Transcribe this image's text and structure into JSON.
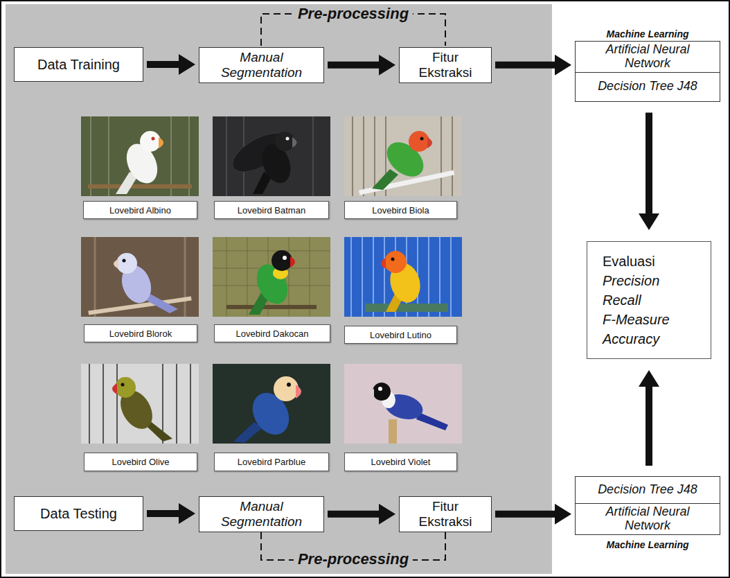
{
  "diagram": {
    "nodes": [
      {
        "text": [
          "Data Training"
        ]
      },
      {
        "text": [
          "Manual Segmentation"
        ]
      },
      {
        "text": [
          "Fitur Ekstraksi"
        ]
      },
      {
        "text": [
          "Machine Learning"
        ]
      },
      {
        "text": [
          "Artificial Neural Network"
        ],
        "in": 3
      },
      {
        "text": [
          "Decision Tree J48"
        ],
        "in": 3
      },
      {
        "text": [
          "Lovebird Albino"
        ]
      },
      {
        "text": [
          "Lovebird Batman"
        ]
      },
      {
        "text": [
          "Lovebird Biola"
        ]
      },
      {
        "text": [
          "Lovebird Blorok"
        ]
      },
      {
        "text": [
          "Lovebird Dakocan"
        ]
      },
      {
        "text": [
          "Lovebird Lutino"
        ]
      },
      {
        "text": [
          "Lovebird Olive"
        ]
      },
      {
        "text": [
          "Lovebird Parblue"
        ]
      },
      {
        "text": [
          "Lovebird Violet"
        ]
      },
      {
        "text": [
          "Evaluasi",
          "Precision",
          "Recall",
          "F-Measure",
          "Accuracy"
        ]
      },
      {
        "text": [
          "Data Testing"
        ]
      },
      {
        "text": [
          "Manual Segmentation"
        ]
      },
      {
        "text": [
          "Fitur Ekstraksi"
        ]
      },
      {
        "text": [
          "Machine Learning"
        ]
      },
      {
        "text": [
          "Decision Tree J48"
        ],
        "in": 19
      },
      {
        "text": [
          "Artificial Neural Network"
        ],
        "in": 19
      }
    ],
    "edges": [
      {
        "from": 0,
        "to": 1,
        "arrow": "to"
      },
      {
        "from": 1,
        "to": 2,
        "arrow": "to"
      },
      {
        "from": 2,
        "to": 3,
        "arrow": "to"
      },
      {
        "from": 3,
        "to": 15,
        "arrow": "to"
      },
      {
        "from": 16,
        "to": 17,
        "arrow": "to"
      },
      {
        "from": 17,
        "to": 18,
        "arrow": "to"
      },
      {
        "from": 18,
        "to": 19,
        "arrow": "to"
      },
      {
        "from": 19,
        "to": 15,
        "arrow": "to"
      }
    ],
    "labels": [
      "Pre-processing",
      "Pre-processing"
    ]
  }
}
